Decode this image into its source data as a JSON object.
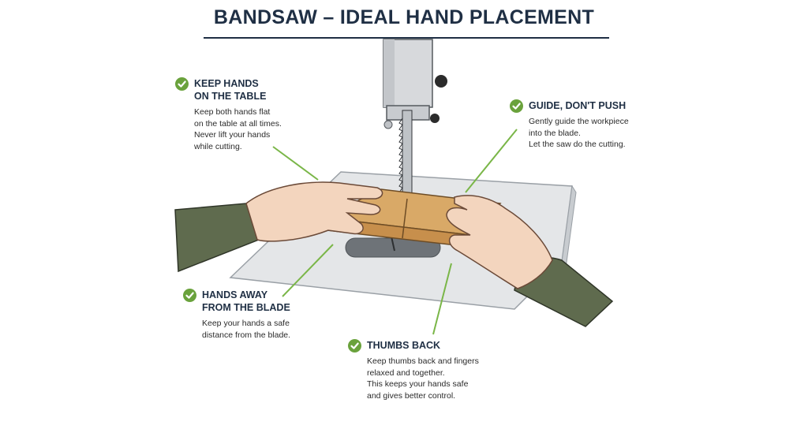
{
  "title": "BANDSAW – IDEAL HAND PLACEMENT",
  "colors": {
    "title": "#1f2f44",
    "check": "#6aa23c",
    "leader": "#7ab648",
    "sleeve": "#5f6b4e",
    "skin": "#f3d5be",
    "wood": "#d9a967",
    "table": "#e4e6e8",
    "machine": "#d7d9dc"
  },
  "callouts": [
    {
      "heading": "KEEP HANDS\nON THE TABLE",
      "body": "Keep both hands flat\non the table at all times.\nNever lift your hands\nwhile cutting."
    },
    {
      "heading": "GUIDE, DON'T PUSH",
      "body": "Gently guide the workpiece\ninto the blade.\nLet the saw do the cutting."
    },
    {
      "heading": "HANDS AWAY\nFROM THE BLADE",
      "body": "Keep your hands a safe\ndistance from the blade."
    },
    {
      "heading": "THUMBS BACK",
      "body": "Keep thumbs back and fingers\nrelaxed and together.\nThis keeps your hands safe\nand gives better control."
    }
  ]
}
